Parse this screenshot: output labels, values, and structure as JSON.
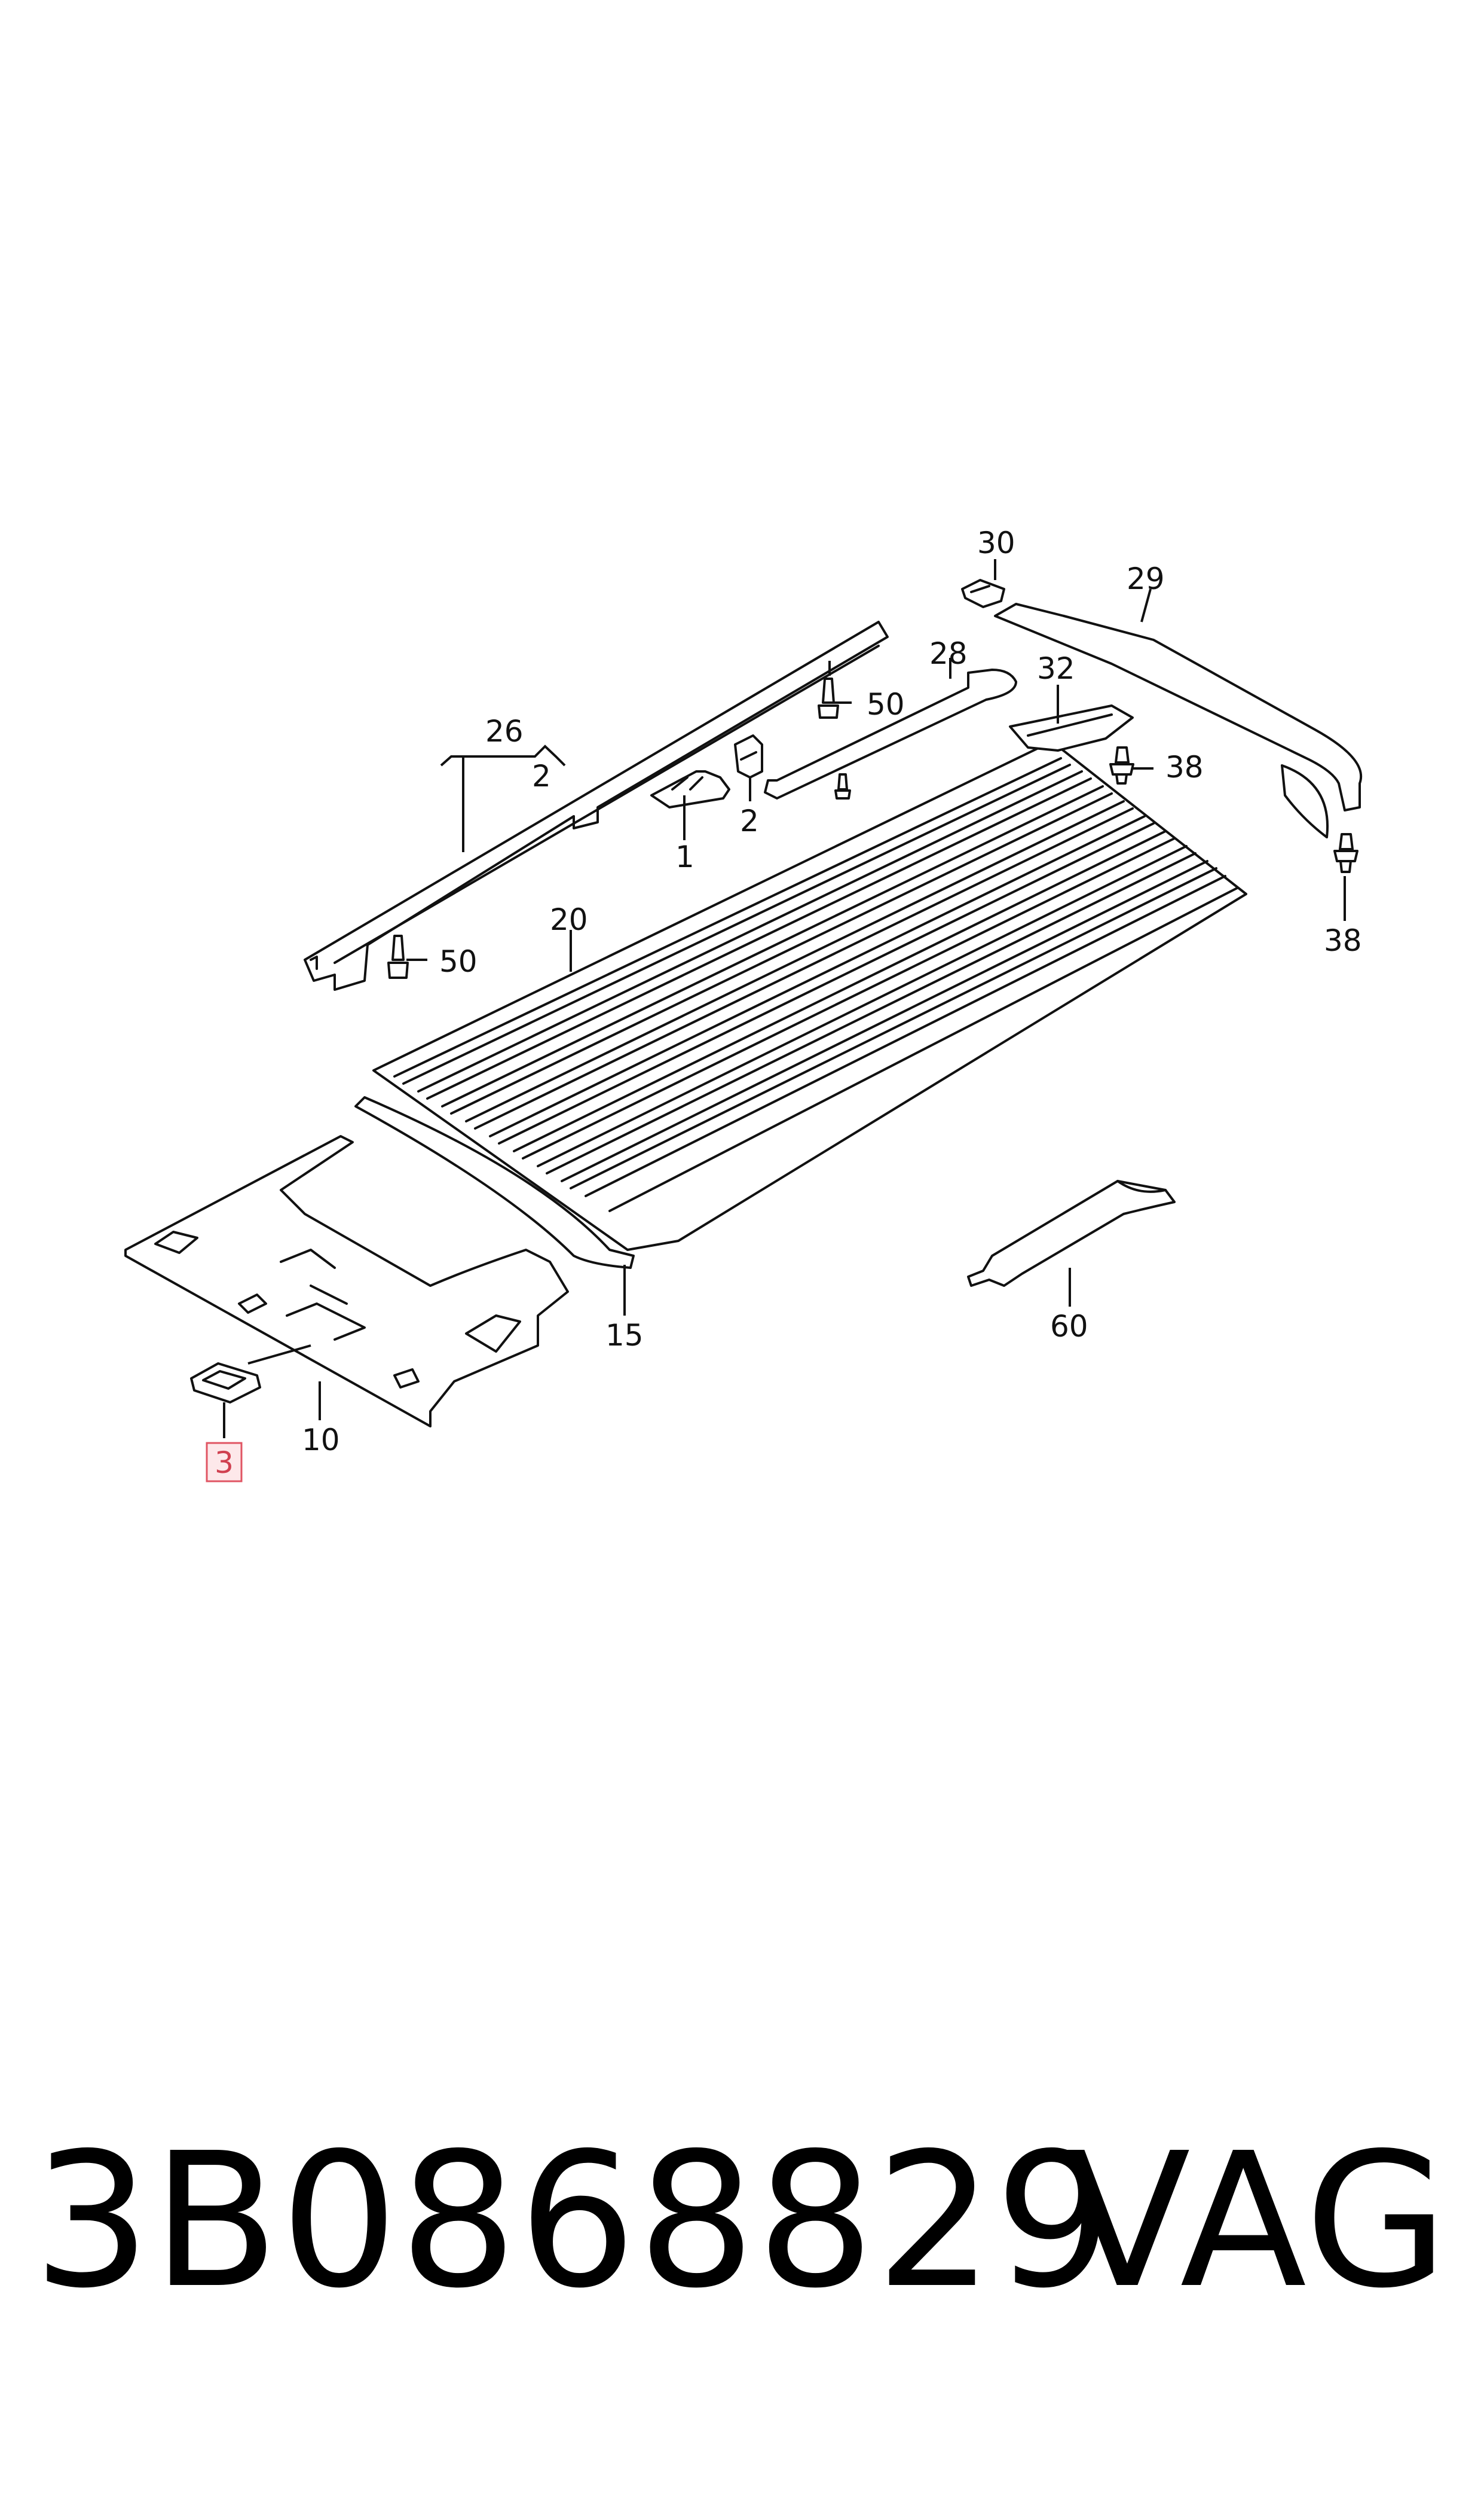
{
  "callouts": {
    "c1": "1",
    "c2a": "2",
    "c2b": "2",
    "c3": "3",
    "c10": "10",
    "c15": "15",
    "c20": "20",
    "c26": "26",
    "c28": "28",
    "c29": "29",
    "c30": "30",
    "c32": "32",
    "c38a": "38",
    "c38b": "38",
    "c50a": "50",
    "c50b": "50",
    "c60": "60"
  },
  "highlighted_callout": "3",
  "footer": {
    "part_number": "3B0868829",
    "brand": "VAG"
  },
  "colors": {
    "line": "#111111",
    "highlight_fill": "#fde8ea",
    "highlight_stroke": "#e05563",
    "highlight_text": "#d04050",
    "background": "#ffffff"
  }
}
